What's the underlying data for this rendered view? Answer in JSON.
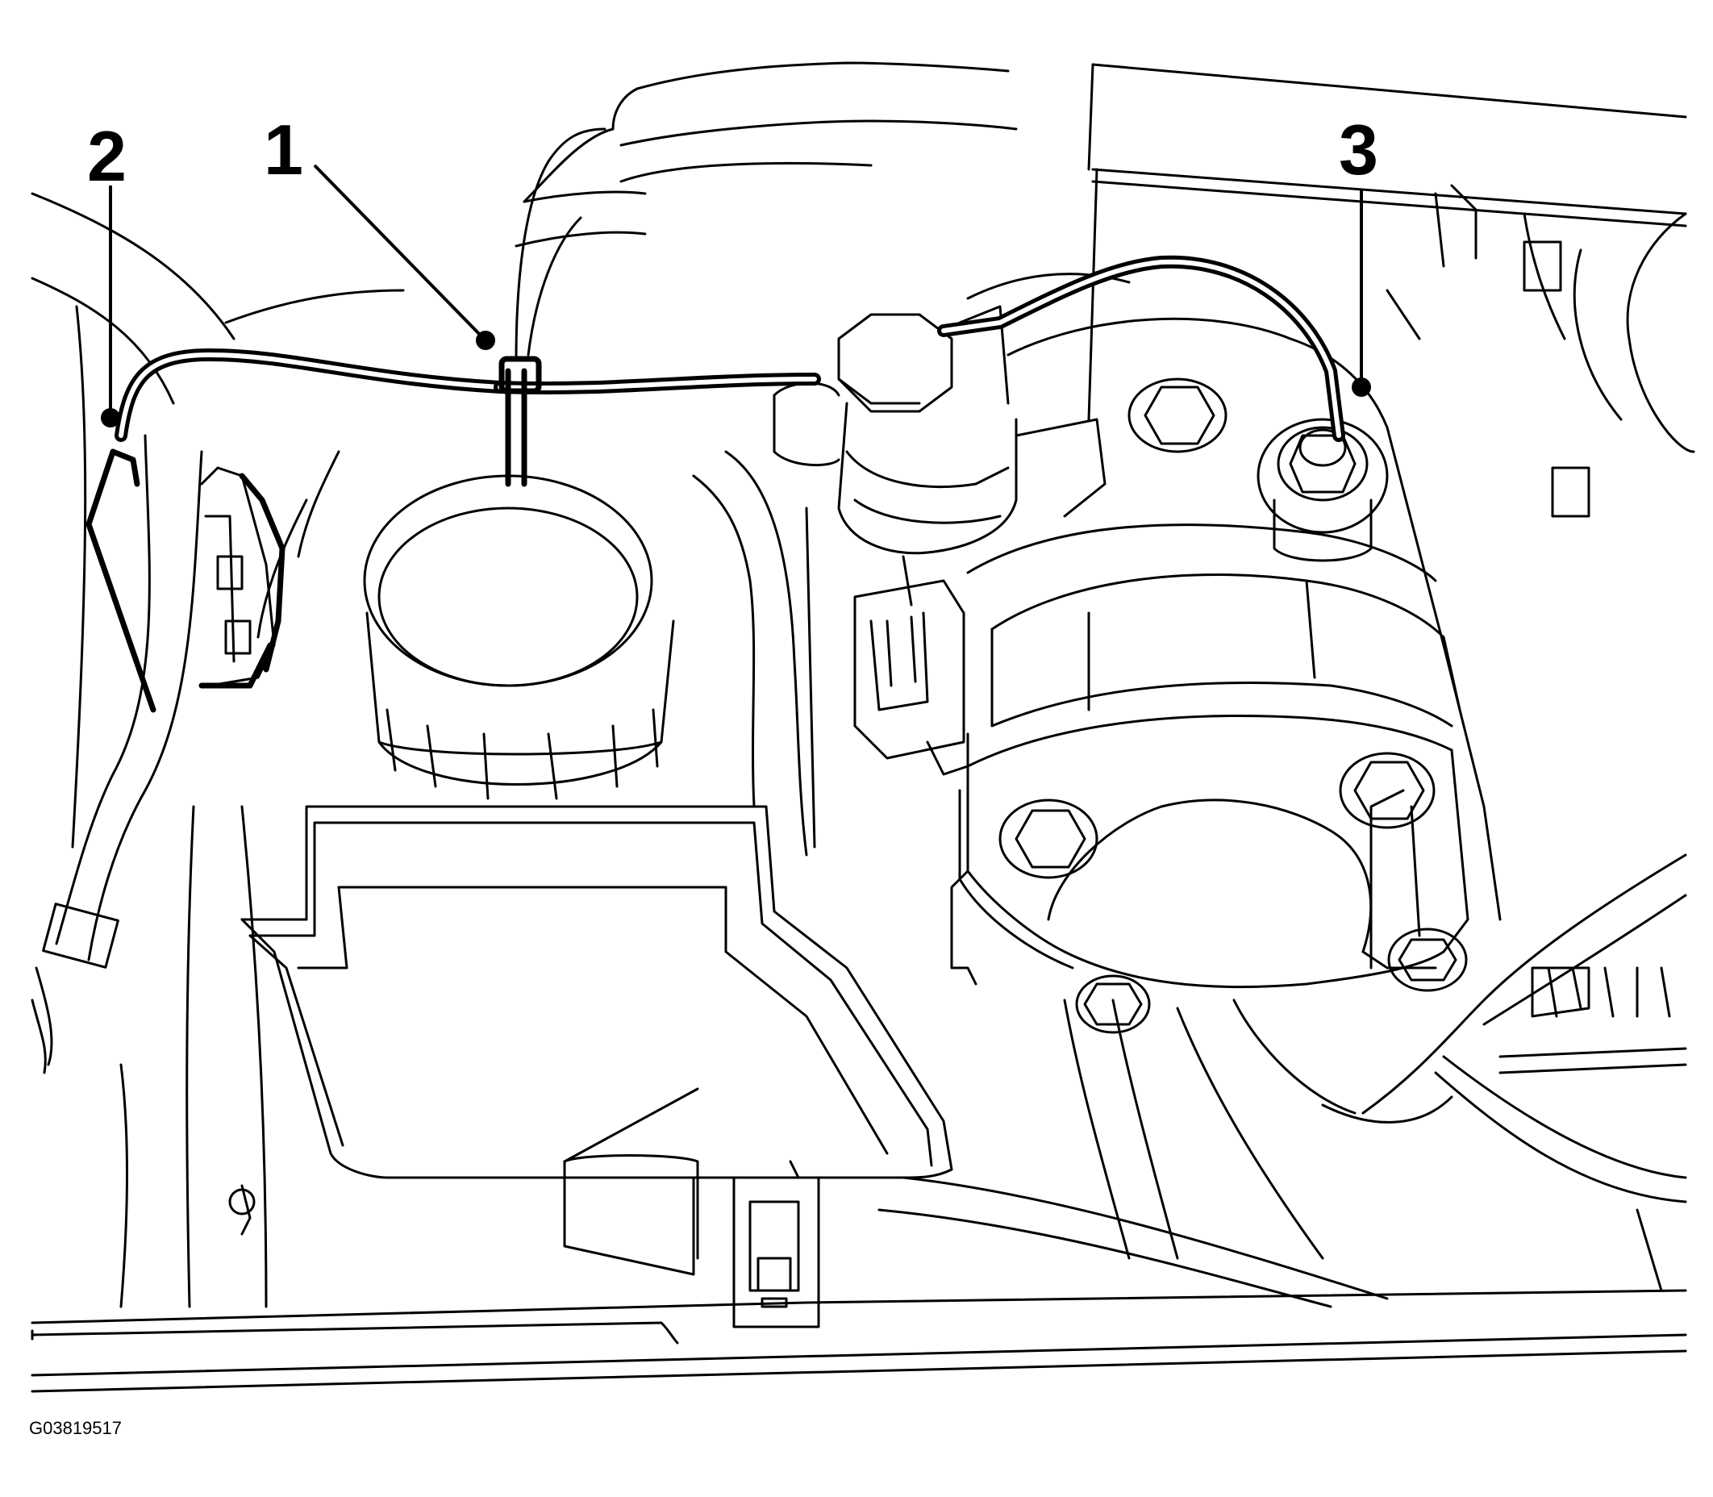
{
  "callouts": [
    {
      "id": "1",
      "label": "1"
    },
    {
      "id": "2",
      "label": "2"
    },
    {
      "id": "3",
      "label": "3"
    }
  ],
  "figure_id": "G03819517"
}
